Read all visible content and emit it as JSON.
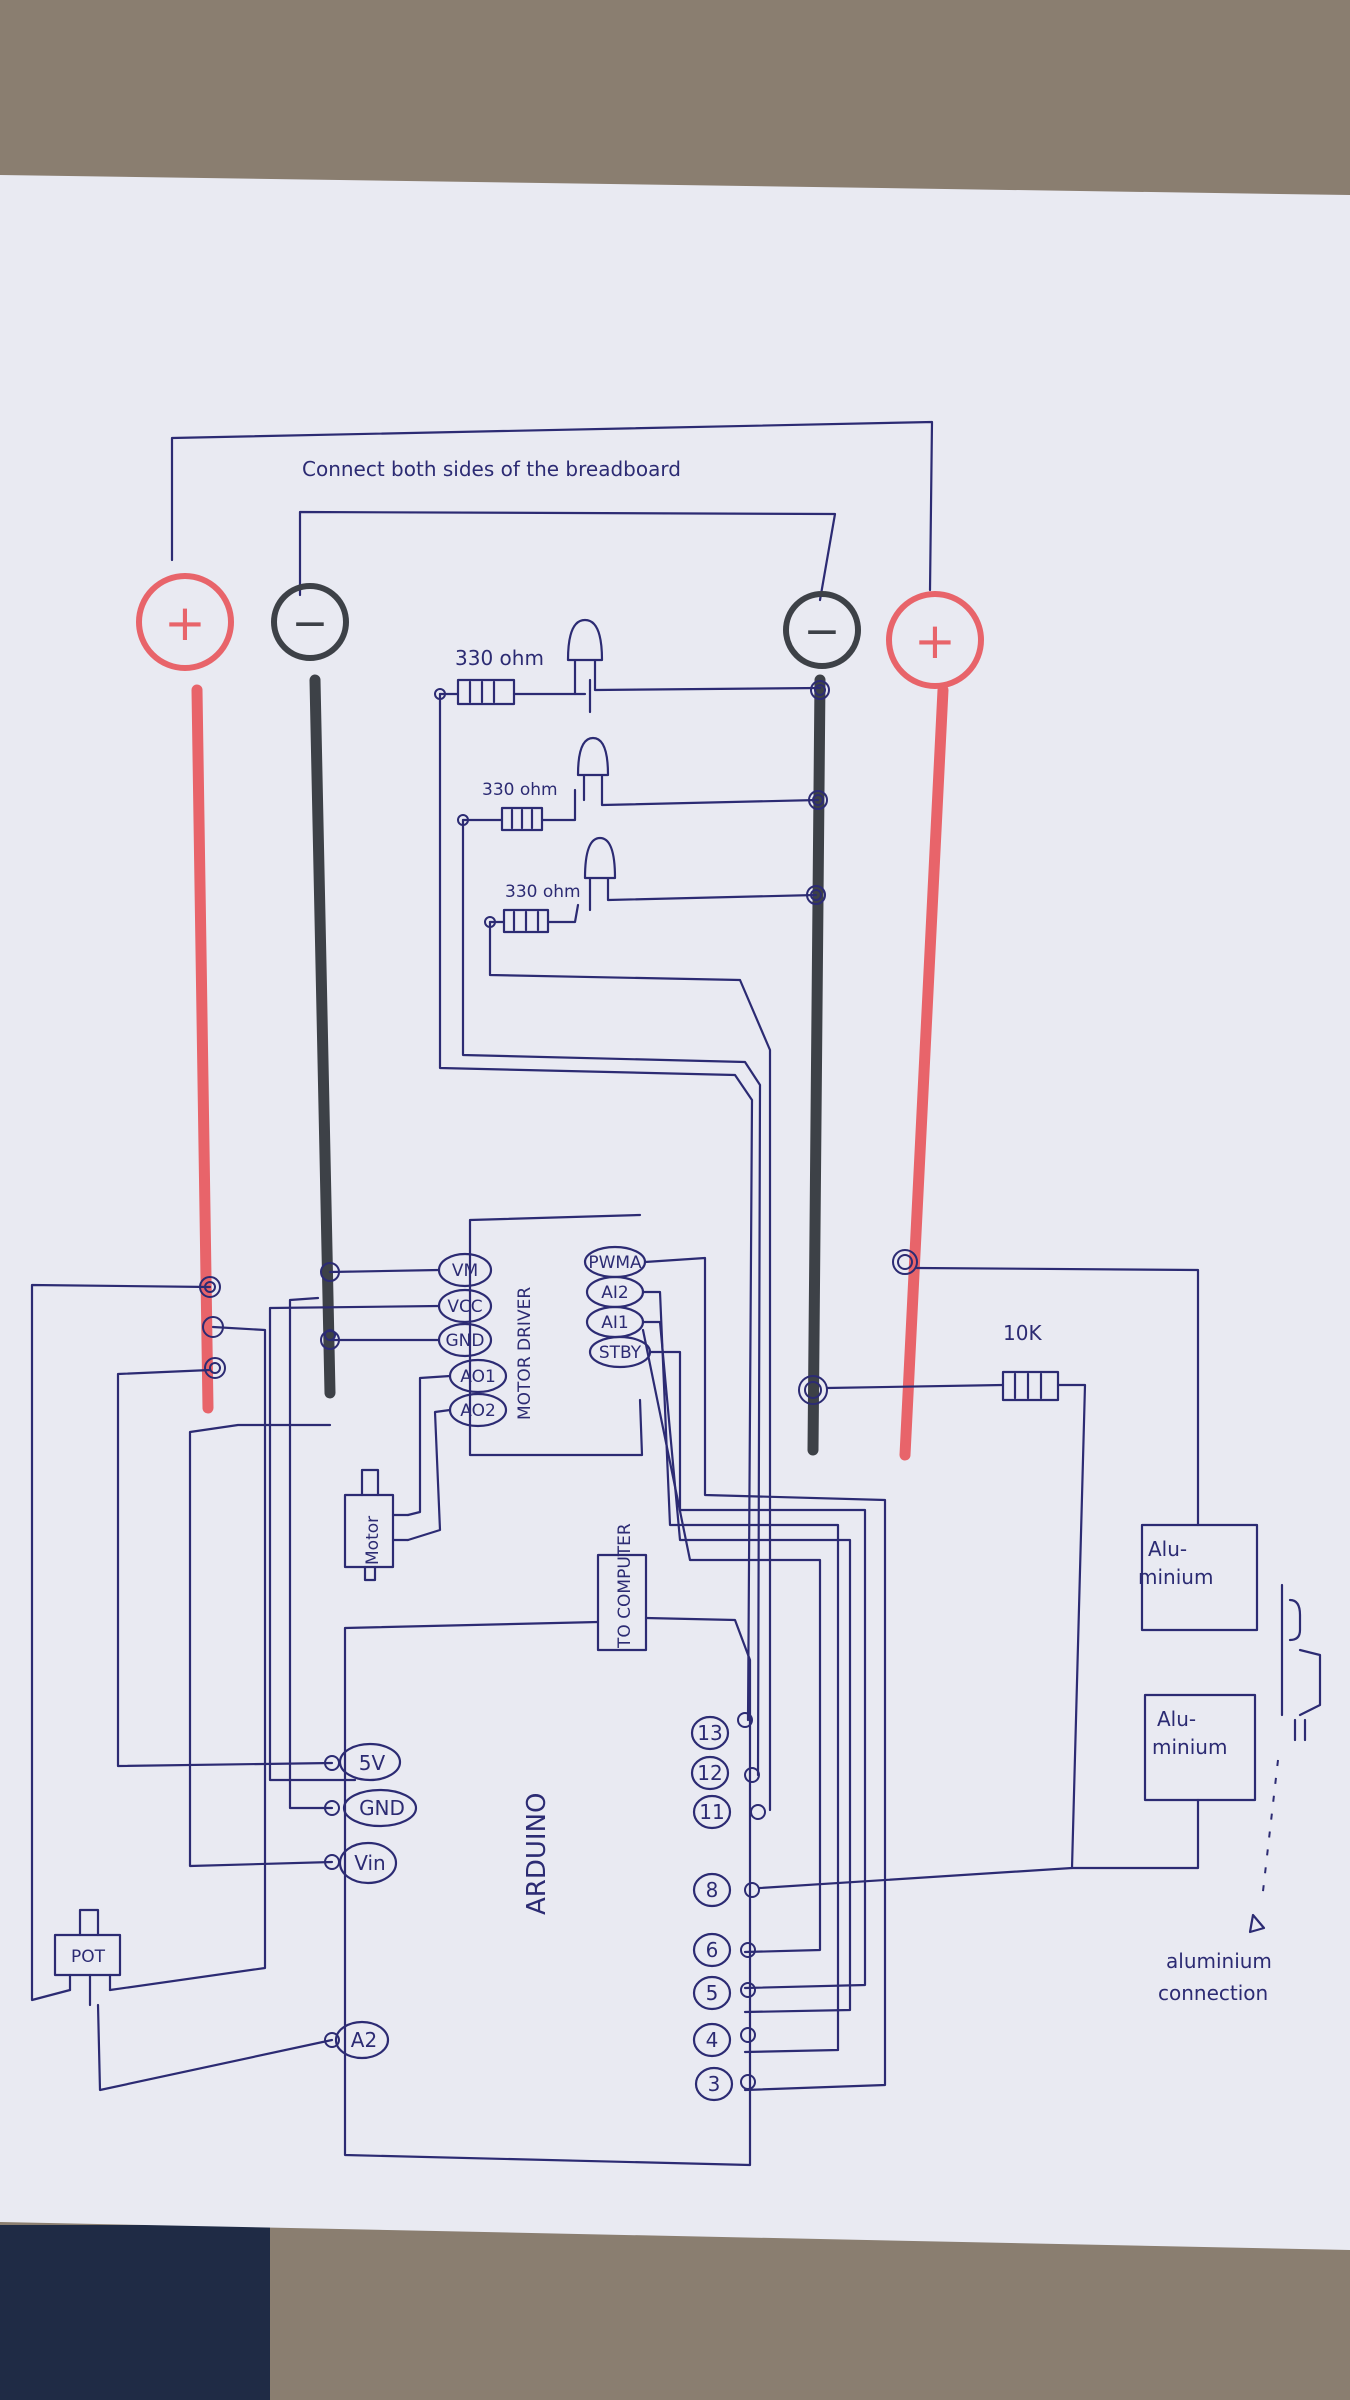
{
  "colors": {
    "paper": "#e9eaf2",
    "ink": "#2c2b73",
    "positive_rail": "#e8646a",
    "negative_rail": "#3d4147",
    "carpet": "#8a7e70"
  },
  "top_note": "Connect both sides of the breadboard",
  "rails": {
    "left_positive": "+",
    "left_negative": "−",
    "right_negative": "−",
    "right_positive": "+"
  },
  "resistors": {
    "r1": "330 ohm",
    "r2": "330 ohm",
    "r3": "330 ohm",
    "pulldown": "10K"
  },
  "motor_driver": {
    "title": "MOTOR DRIVER",
    "pins_left": [
      "VM",
      "VCC",
      "GND",
      "AO1",
      "AO2"
    ],
    "pins_right": [
      "PWMA",
      "AI2",
      "AI1",
      "STBY"
    ]
  },
  "motor_label": "Motor",
  "computer_label": "TO COMPUTER",
  "arduino": {
    "title": "ARDUINO",
    "pins_left": [
      "5V",
      "GND",
      "Vin",
      "A2"
    ],
    "pins_right": [
      "13",
      "12",
      "11",
      "8",
      "6",
      "5",
      "4",
      "3"
    ]
  },
  "pot_label": "POT",
  "aluminium": {
    "plate1_line1": "Alu-",
    "plate1_line2": "minium",
    "plate2_line1": "Alu-",
    "plate2_line2": "minium",
    "connection_line1": "aluminium",
    "connection_line2": "connection"
  }
}
